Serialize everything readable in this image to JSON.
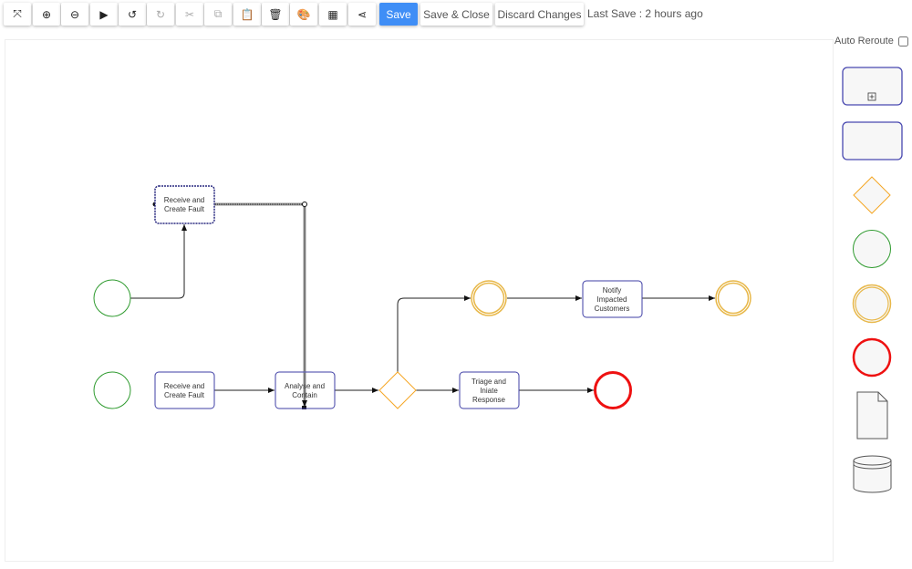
{
  "toolbar": {
    "buttons": [
      {
        "name": "fit-to-screen",
        "glyph": "⤧"
      },
      {
        "name": "zoom-in",
        "glyph": "⊕"
      },
      {
        "name": "zoom-out",
        "glyph": "⊖"
      },
      {
        "name": "run",
        "glyph": "▶"
      },
      {
        "name": "undo",
        "glyph": "↺"
      },
      {
        "name": "redo",
        "glyph": "↻"
      },
      {
        "name": "cut",
        "glyph": "✂"
      },
      {
        "name": "copy",
        "glyph": "⧉"
      },
      {
        "name": "paste",
        "glyph": "📋"
      },
      {
        "name": "delete",
        "glyph": "🗑"
      },
      {
        "name": "palette",
        "glyph": "🎨"
      },
      {
        "name": "grid",
        "glyph": "▦"
      },
      {
        "name": "share",
        "glyph": "⋖"
      }
    ],
    "save": "Save",
    "save_close": "Save & Close",
    "discard": "Discard Changes",
    "last_save": "Last Save : 2 hours ago"
  },
  "auto_reroute": {
    "label": "Auto Reroute",
    "checked": false
  },
  "diagram": {
    "task_selected": [
      "Receive and",
      "Create Fault"
    ],
    "task_receive": [
      "Receive and",
      "Create Fault"
    ],
    "task_analyse": [
      "Analyse and",
      "Contain"
    ],
    "task_notify": [
      "Notify",
      "Impacted",
      "Customers"
    ],
    "task_triage": [
      "Triage and",
      "Iniate",
      "Response"
    ]
  },
  "colors": {
    "task": "#3f3fa6",
    "start": "#2e9a2e",
    "intermediate": "#e8b84a",
    "end": "#ee1111",
    "gateway": "#f5a623"
  }
}
